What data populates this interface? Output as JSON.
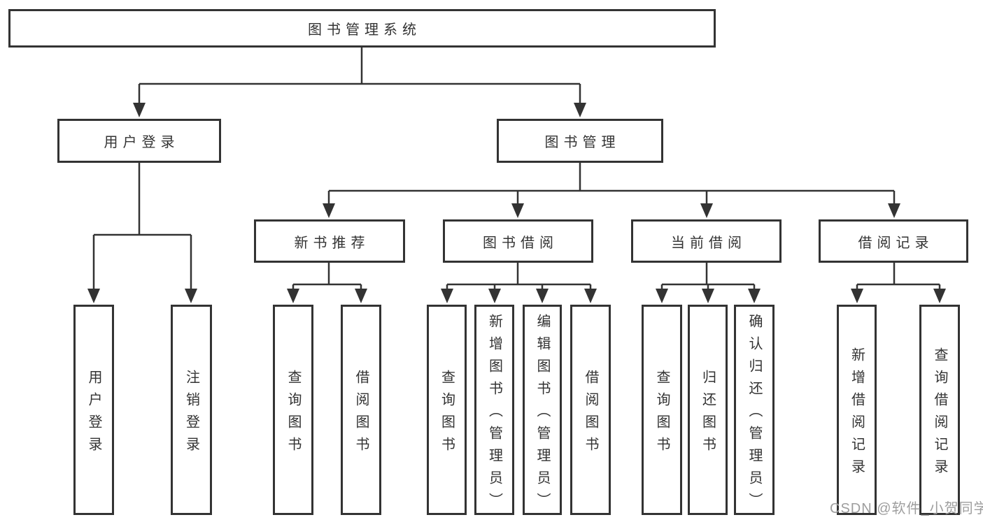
{
  "diagram": {
    "root": {
      "label": "图书管理系统"
    },
    "level2": [
      {
        "label": "用户登录"
      },
      {
        "label": "图书管理"
      }
    ],
    "level3": [
      {
        "label": "新书推荐"
      },
      {
        "label": "图书借阅"
      },
      {
        "label": "当前借阅"
      },
      {
        "label": "借阅记录"
      }
    ],
    "leaves": {
      "user_login": [
        {
          "label": "用户登录"
        },
        {
          "label": "注销登录"
        }
      ],
      "new_book": [
        {
          "label": "查询图书"
        },
        {
          "label": "借阅图书"
        }
      ],
      "book_borrow": [
        {
          "label": "查询图书"
        },
        {
          "label": "新增图书（管理员）"
        },
        {
          "label": "编辑图书（管理员）"
        },
        {
          "label": "借阅图书"
        }
      ],
      "current_borrow": [
        {
          "label": "查询图书"
        },
        {
          "label": "归还图书"
        },
        {
          "label": "确认归还（管理员）"
        }
      ],
      "borrow_records": [
        {
          "label": "新增借阅记录"
        },
        {
          "label": "查询借阅记录"
        }
      ]
    }
  },
  "watermark": {
    "text": "CSDN @软件_小贺同学"
  },
  "colors": {
    "line": "#333333",
    "text": "#333333",
    "box_fill": "#ffffff",
    "watermark": "#9e9e9e"
  }
}
